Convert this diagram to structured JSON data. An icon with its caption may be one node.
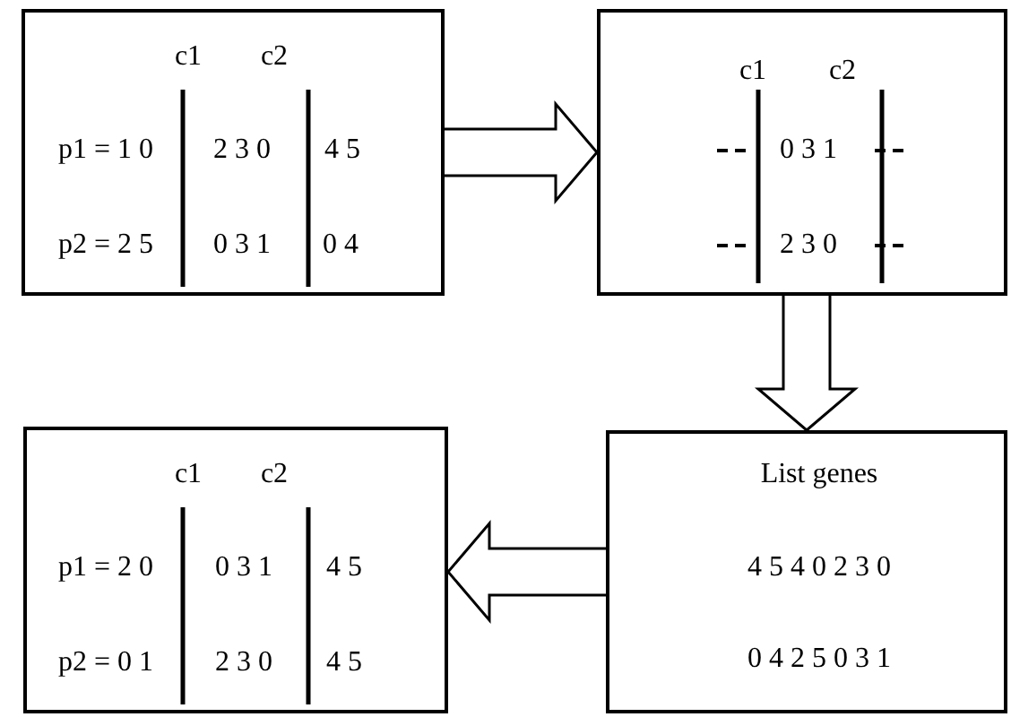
{
  "diagram": {
    "nodes": [
      {
        "text": [
          "c1",
          "c2",
          "p1 = 1 0",
          "2 3 0",
          "4 5",
          "p2 = 2 5",
          "0 3 1",
          "0 4"
        ]
      },
      {
        "text": [
          "c1",
          "c2",
          "0 3 1",
          "2 3 0"
        ]
      },
      {
        "text": [
          "c1",
          "c2",
          "p1 = 2 0",
          "0 3 1",
          "4 5",
          "p2 = 0 1",
          "2 3 0",
          "4 5"
        ]
      },
      {
        "text": [
          "List genes",
          "4 5 4 0 2 3 0",
          "0 4 2 5 0 3 1"
        ]
      }
    ],
    "edges": [
      {
        "from": 0,
        "to": 1,
        "arrow": "to"
      },
      {
        "from": 1,
        "to": 3,
        "arrow": "to"
      },
      {
        "from": 3,
        "to": 2,
        "arrow": "to"
      }
    ]
  }
}
